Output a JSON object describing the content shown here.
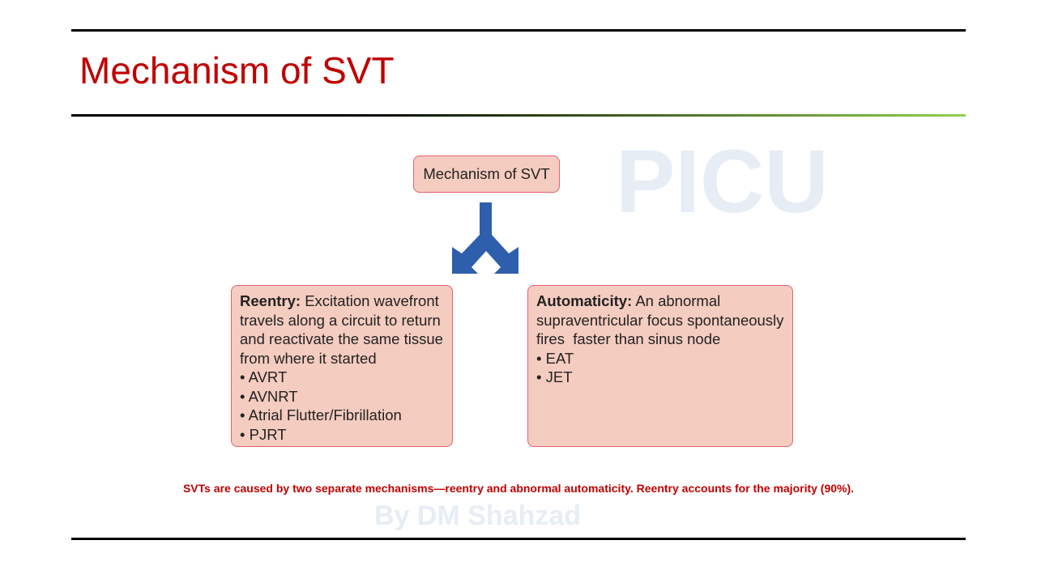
{
  "title": "Mechanism of SVT",
  "diagram": {
    "root": "Mechanism of SVT",
    "reentry": {
      "heading": "Reentry:",
      "text": " Excitation wavefront travels along a circuit to return and reactivate the same tissue from where it started",
      "items": [
        "AVRT",
        "AVNRT",
        "Atrial Flutter/Fibrillation",
        "PJRT"
      ]
    },
    "automaticity": {
      "heading": "Automaticity:",
      "text": " An abnormal supraventricular focus spontaneously fires  faster than sinus node",
      "items": [
        "EAT",
        "JET"
      ]
    }
  },
  "watermark": {
    "line1": "PICU",
    "line2": "By DM Shahzad"
  },
  "caption": "SVTs are caused by two separate mechanisms—reentry and abnormal automaticity. Reentry accounts for the majority (90%).",
  "colors": {
    "title": "#c00000",
    "box_fill": "#f5ccc0",
    "box_border": "#e4606e",
    "arrow": "#2e5fad",
    "accent_green": "#92d050"
  }
}
